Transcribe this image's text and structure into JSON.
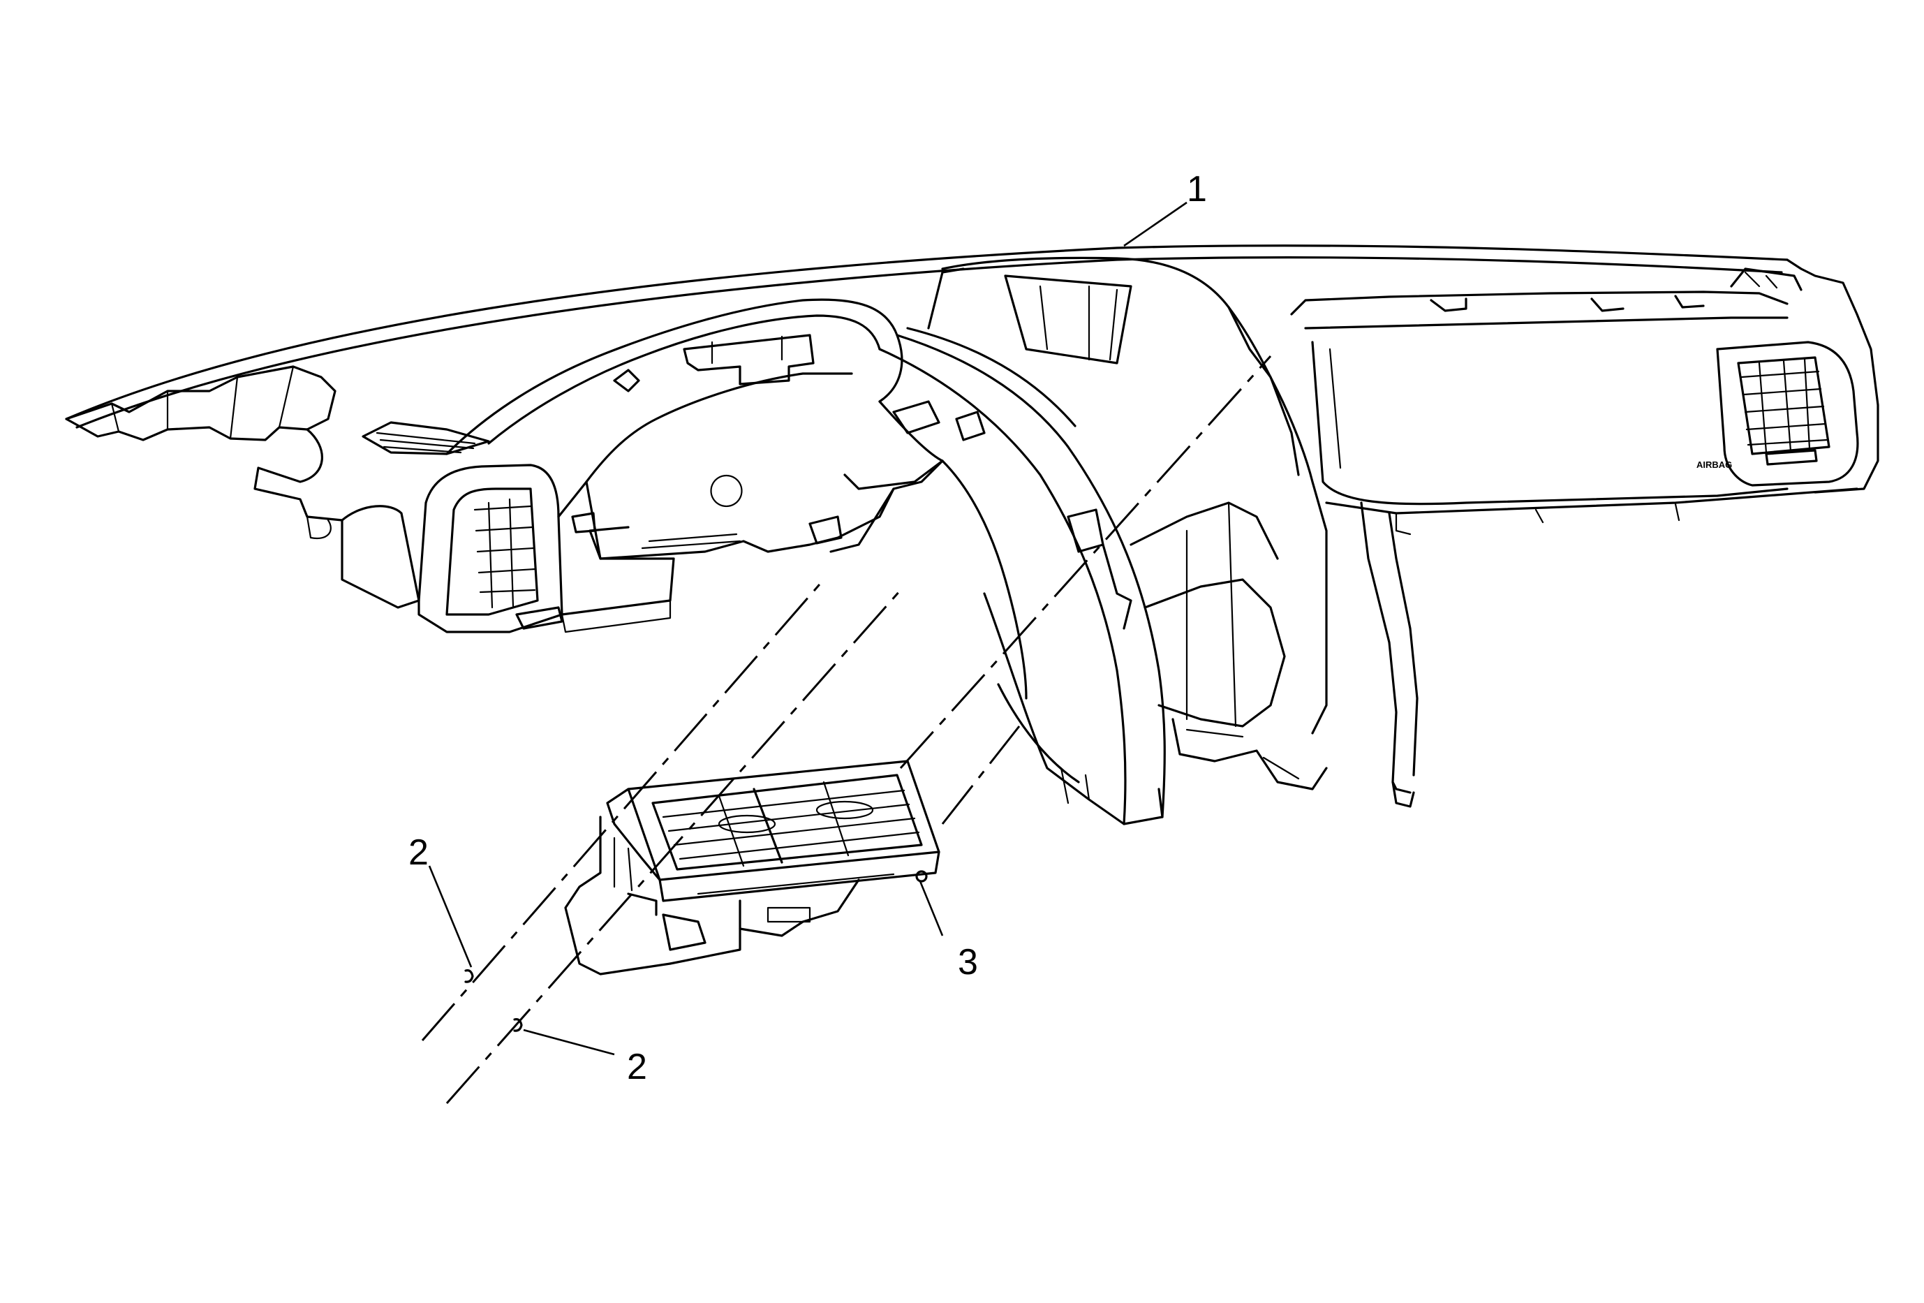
{
  "callouts": [
    {
      "id": "c1",
      "label": "1"
    },
    {
      "id": "c2a",
      "label": "2"
    },
    {
      "id": "c2b",
      "label": "2"
    },
    {
      "id": "c3",
      "label": "3"
    }
  ],
  "embossed_text": "AIRBAG"
}
